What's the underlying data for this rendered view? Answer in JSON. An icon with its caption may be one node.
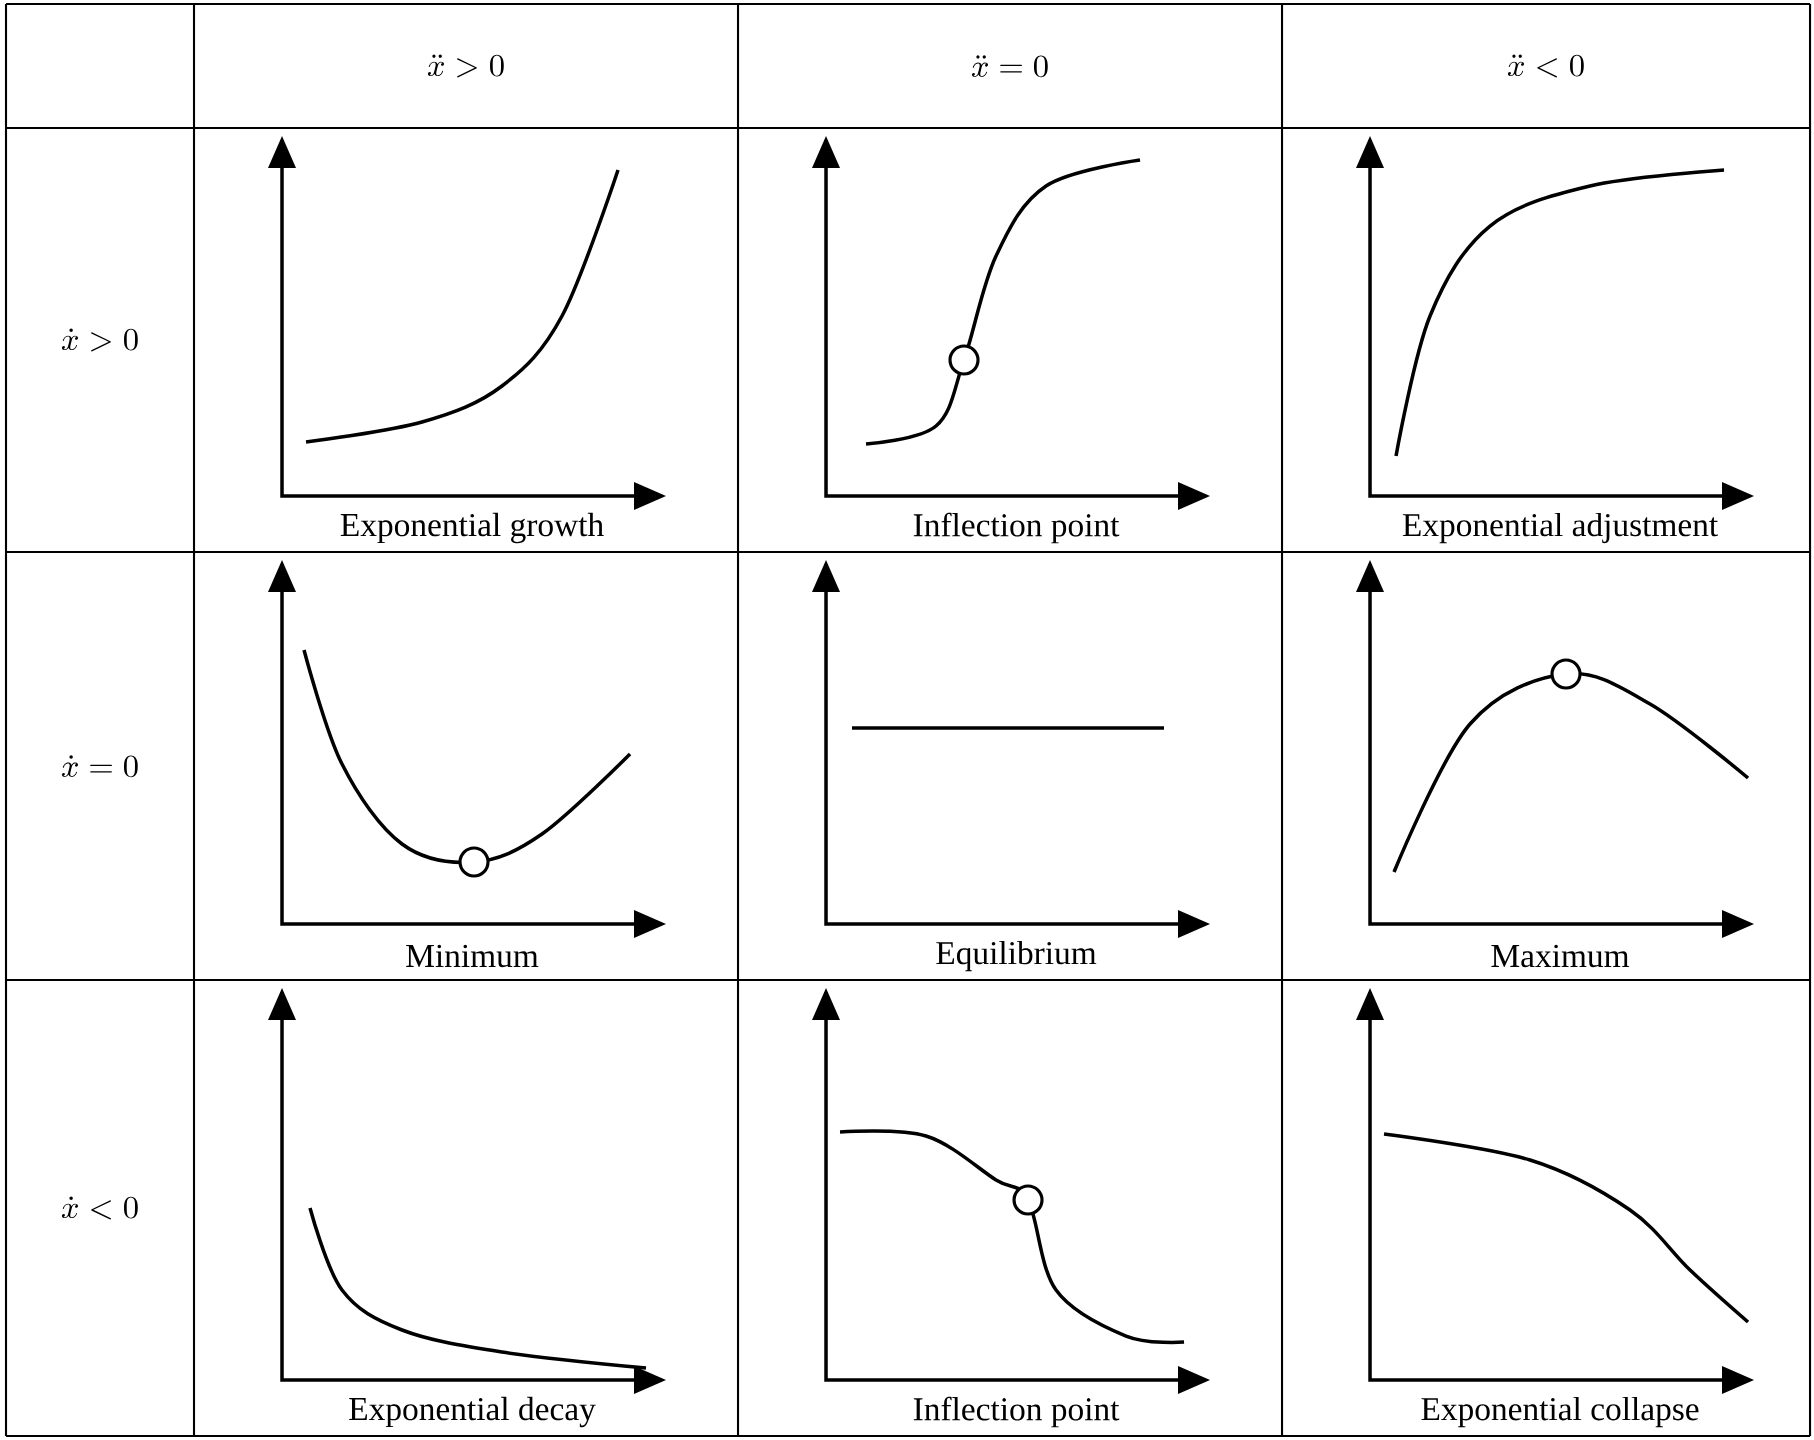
{
  "diagram": {
    "labels": [
      "\\ddot{x} > 0",
      "\\ddot{x} = 0",
      "\\ddot{x} < 0",
      "\\dot{x} > 0",
      "Exponential growth",
      "Inflection point",
      "Exponential adjustment",
      "\\dot{x} = 0",
      "Minimum",
      "Equilibrium",
      "Maximum",
      "\\dot{x} < 0",
      "Exponential decay",
      "Inflection point",
      "Exponential collapse"
    ]
  }
}
